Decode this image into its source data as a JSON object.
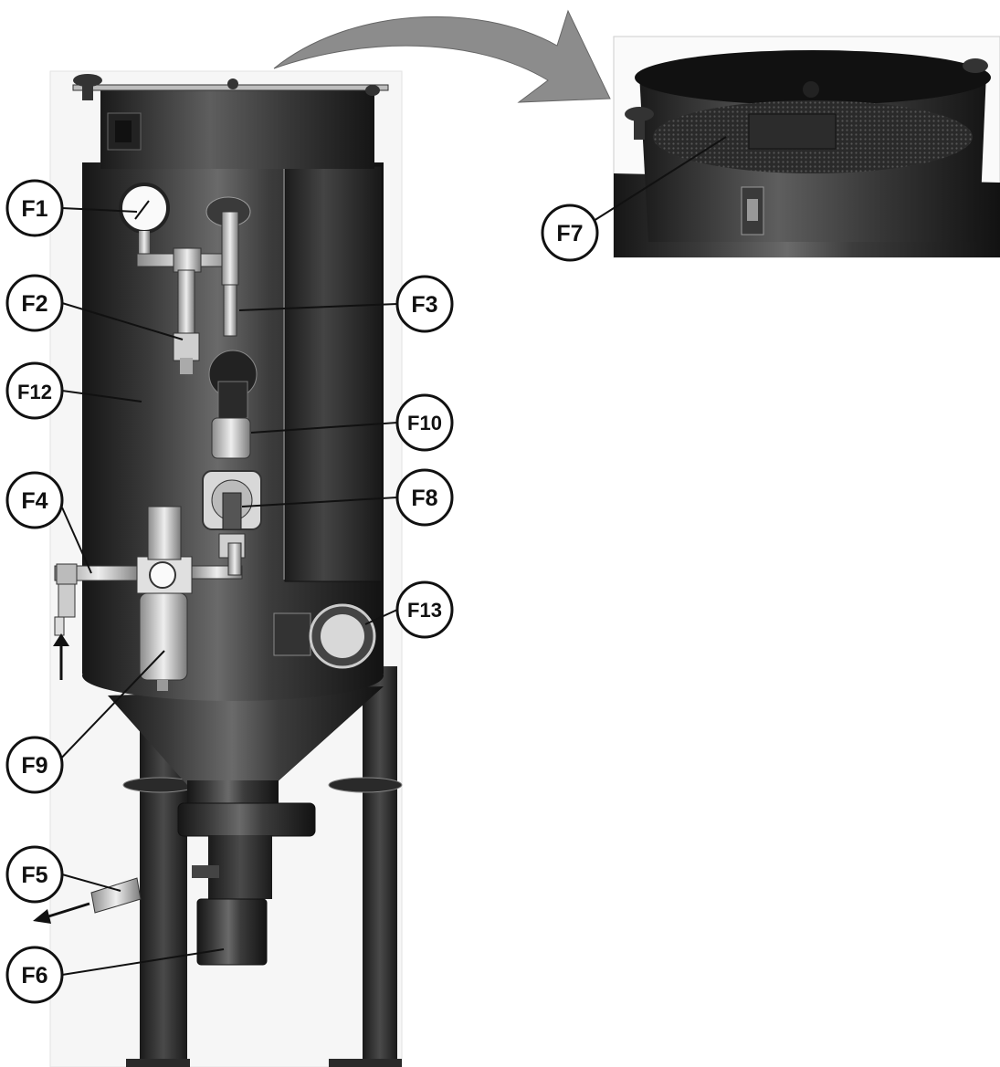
{
  "callouts": {
    "f1": "F1",
    "f2": "F2",
    "f3": "F3",
    "f4": "F4",
    "f5": "F5",
    "f6": "F6",
    "f7": "F7",
    "f8": "F8",
    "f9": "F9",
    "f10": "F10",
    "f12": "F12",
    "f13": "F13"
  },
  "colors": {
    "body_dark": "#1e1e1e",
    "body_highlight": "#6a6a6a",
    "fitting_silver": "#c8c8c8",
    "arrow_grey": "#8c8c8c"
  }
}
